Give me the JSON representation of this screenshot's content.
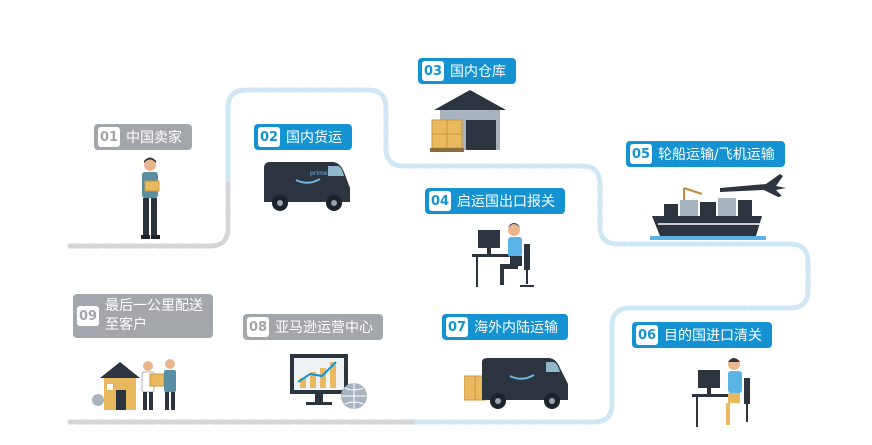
{
  "steps": [
    {
      "num": "01",
      "label": "中国卖家",
      "state": "gray"
    },
    {
      "num": "02",
      "label": "国内货运",
      "state": "blue"
    },
    {
      "num": "03",
      "label": "国内仓库",
      "state": "blue"
    },
    {
      "num": "04",
      "label": "启运国出口报关",
      "state": "blue"
    },
    {
      "num": "05",
      "label": "轮船运输/飞机运输",
      "state": "blue"
    },
    {
      "num": "06",
      "label": "目的国进口清关",
      "state": "blue"
    },
    {
      "num": "07",
      "label": "海外内陆运输",
      "state": "blue"
    },
    {
      "num": "08",
      "label": "亚马逊运营中心",
      "state": "gray"
    },
    {
      "num": "09",
      "label": "最后一公里配送至客户",
      "state": "gray"
    }
  ],
  "van_brand": "prime",
  "colors": {
    "blue": "#1592d2",
    "gray": "#a3a7ab",
    "path_blue": "#cfe6f4",
    "path_gray": "#d4d6d8",
    "dark": "#2c3440"
  },
  "icons": [
    "person-with-box-icon",
    "delivery-van-icon",
    "warehouse-icon",
    "worker-at-desk-icon",
    "ship-and-plane-icon",
    "customs-officer-icon",
    "delivery-truck-icon",
    "analytics-monitor-icon",
    "house-delivery-icon"
  ]
}
